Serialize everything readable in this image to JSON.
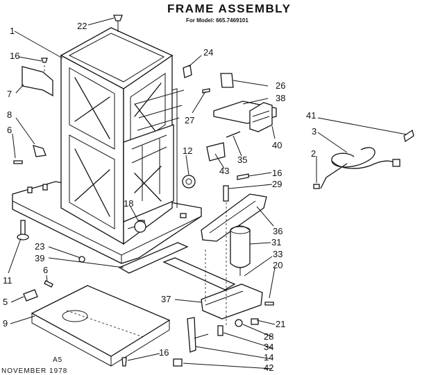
{
  "title": "FRAME ASSEMBLY",
  "subtitle": "For Model: 665.7469101",
  "footer": {
    "date": "NOVEMBER 1978",
    "code": "A5"
  },
  "callouts": {
    "c1": "1",
    "c2": "2",
    "c3": "3",
    "c5": "5",
    "c6a": "6",
    "c6b": "6",
    "c7": "7",
    "c8": "8",
    "c9": "9",
    "c11": "11",
    "c12": "12",
    "c14": "14",
    "c16a": "16",
    "c16b": "16",
    "c16c": "16",
    "c18": "18",
    "c20": "20",
    "c21": "21",
    "c22": "22",
    "c23": "23",
    "c24": "24",
    "c26": "26",
    "c27": "27",
    "c28": "28",
    "c29": "29",
    "c31": "31",
    "c33": "33",
    "c34": "34",
    "c35": "35",
    "c36": "36",
    "c37": "37",
    "c38": "38",
    "c39": "39",
    "c40": "40",
    "c41": "41",
    "c42": "42",
    "c43": "43"
  }
}
